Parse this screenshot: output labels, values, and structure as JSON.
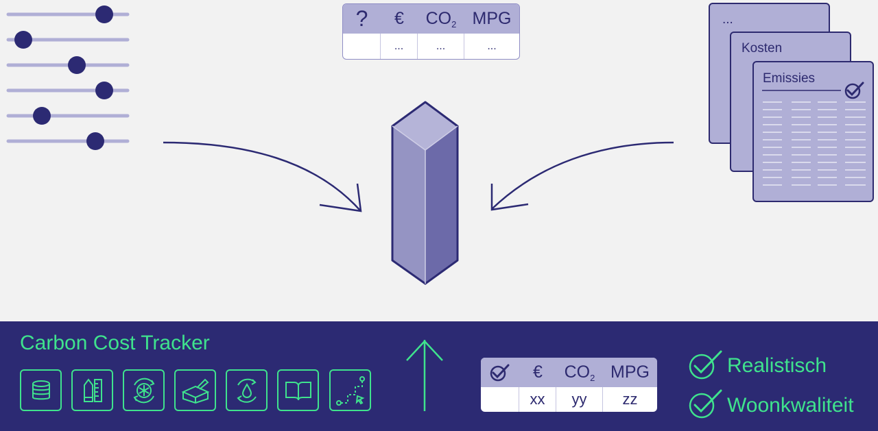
{
  "input_table": {
    "headers": [
      "?",
      "€",
      "CO",
      "MPG"
    ],
    "co2_subscript": "2",
    "values": [
      "",
      "...",
      "...",
      "..."
    ]
  },
  "documents": {
    "back_label": "...",
    "middle_label": "Kosten",
    "front_label": "Emissies"
  },
  "tracker": {
    "title": "Carbon Cost Tracker",
    "tools": [
      "database-icon",
      "pencil-ruler-icon",
      "climate-cycle-icon",
      "building-materials-icon",
      "water-cycle-icon",
      "book-icon",
      "path-flow-icon"
    ]
  },
  "output_table": {
    "headers": [
      "",
      "€",
      "CO",
      "MPG"
    ],
    "co2_subscript": "2",
    "values": [
      "",
      "xx",
      "yy",
      "zz"
    ]
  },
  "results": [
    {
      "label": "Realistisch"
    },
    {
      "label": "Woonkwaliteit"
    }
  ],
  "colors": {
    "navy": "#2c2a73",
    "lavender": "#b0afd6",
    "green": "#3fe38d",
    "background": "#f2f2f2"
  }
}
